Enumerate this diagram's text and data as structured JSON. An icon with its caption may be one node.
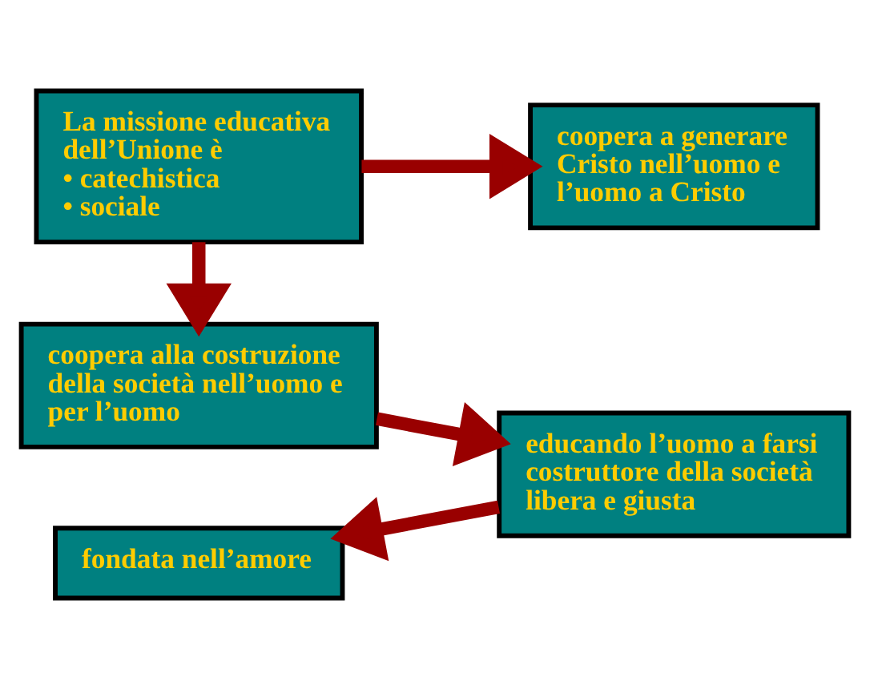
{
  "diagram": {
    "nodes": [
      {
        "text": [
          "La missione educativa dell’Unione è",
          "• catechistica",
          "• sociale"
        ]
      },
      {
        "text": [
          "coopera a generare Cristo nell’uomo e l’uomo a Cristo"
        ]
      },
      {
        "text": [
          "coopera alla costruzione della società nell’uomo e per l’uomo"
        ]
      },
      {
        "text": [
          "educando l’uomo a farsi costruttore della società libera e giusta"
        ]
      },
      {
        "text": [
          "fondata nell’amore"
        ]
      }
    ],
    "edges": [
      {
        "from": 0,
        "to": 1,
        "arrow": "to"
      },
      {
        "from": 0,
        "to": 2,
        "arrow": "to"
      },
      {
        "from": 2,
        "to": 3,
        "arrow": "to"
      },
      {
        "from": 3,
        "to": 4,
        "arrow": "to"
      }
    ]
  }
}
